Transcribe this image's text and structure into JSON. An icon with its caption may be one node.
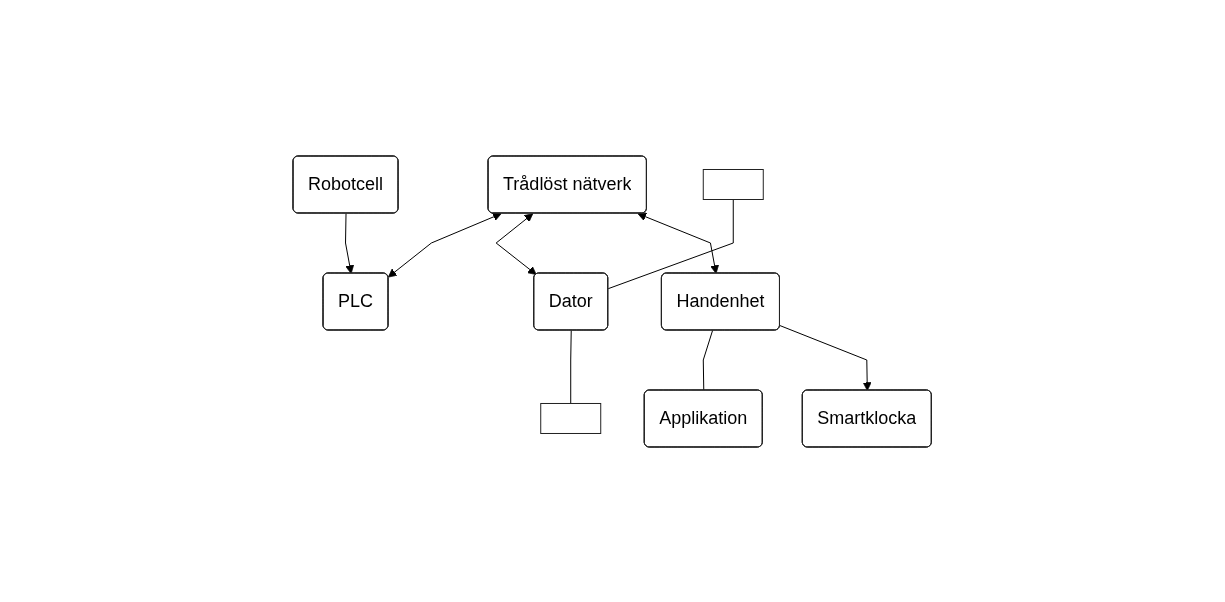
{
  "diagram": {
    "nodes": [
      {
        "text": [
          "Trådlöst nätverk"
        ]
      },
      {
        "text": [
          "PLC"
        ]
      },
      {
        "text": [],
        "shape": "box"
      },
      {
        "text": [
          "Dator"
        ]
      },
      {
        "text": [],
        "shape": "box"
      },
      {
        "text": [
          "Handenhet"
        ]
      },
      {
        "text": [
          "Applikation"
        ]
      },
      {
        "text": [
          "Robotcell"
        ]
      },
      {
        "text": [
          "Smartklocka"
        ]
      }
    ],
    "edges": [
      {
        "from": 0,
        "to": 1,
        "arrow": "both"
      },
      {
        "from": 0,
        "to": 3,
        "arrow": "both"
      },
      {
        "from": 0,
        "to": 5,
        "arrow": "both"
      },
      {
        "from": 7,
        "to": 1,
        "arrow": "to"
      },
      {
        "from": 2,
        "to": 3,
        "arrow": "none"
      },
      {
        "from": 4,
        "to": 3,
        "arrow": "none"
      },
      {
        "from": 5,
        "to": 6,
        "arrow": "none"
      },
      {
        "from": 5,
        "to": 8,
        "arrow": "to"
      }
    ]
  }
}
